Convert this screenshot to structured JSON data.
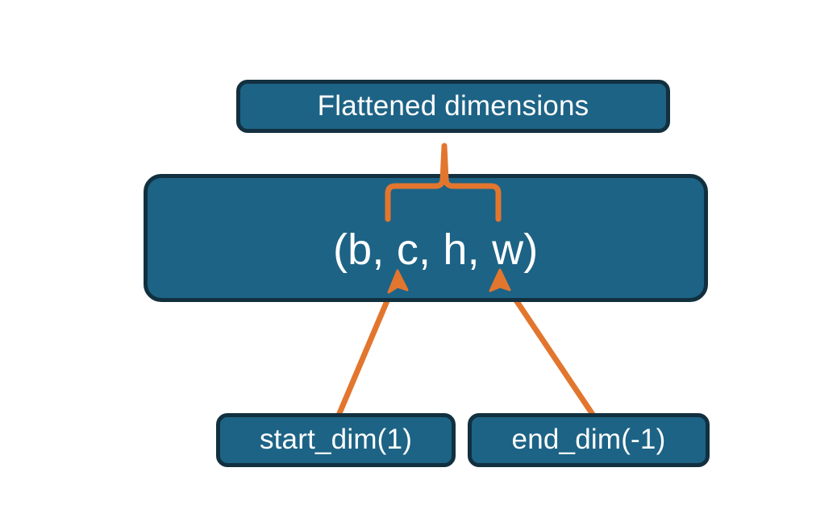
{
  "diagram": {
    "title_node": {
      "label": "Flattened dimensions",
      "name": "flattened-dimensions-box"
    },
    "shape_node": {
      "label": "(b, c, h, w)",
      "name": "tensor-shape-box",
      "dims": [
        "b",
        "c",
        "h",
        "w"
      ]
    },
    "param_nodes": [
      {
        "label": "start_dim(1)",
        "name": "start-dim-box",
        "value": 1
      },
      {
        "label": "end_dim(-1)",
        "name": "end-dim-box",
        "value": -1
      }
    ],
    "annotations": {
      "brace": {
        "name": "flatten-range-brace",
        "spans_dims": [
          "c",
          "h",
          "w"
        ],
        "points_to": "Flattened dimensions"
      },
      "arrows": [
        {
          "name": "start-dim-arrow",
          "from": "start_dim(1)",
          "to": "c"
        },
        {
          "name": "end-dim-arrow",
          "from": "end_dim(-1)",
          "to": "w"
        }
      ]
    },
    "colors": {
      "node_fill": "#1d6385",
      "node_border": "#12303f",
      "node_text": "#ffffff",
      "accent": "#e2762e",
      "background": "#ffffff"
    }
  }
}
